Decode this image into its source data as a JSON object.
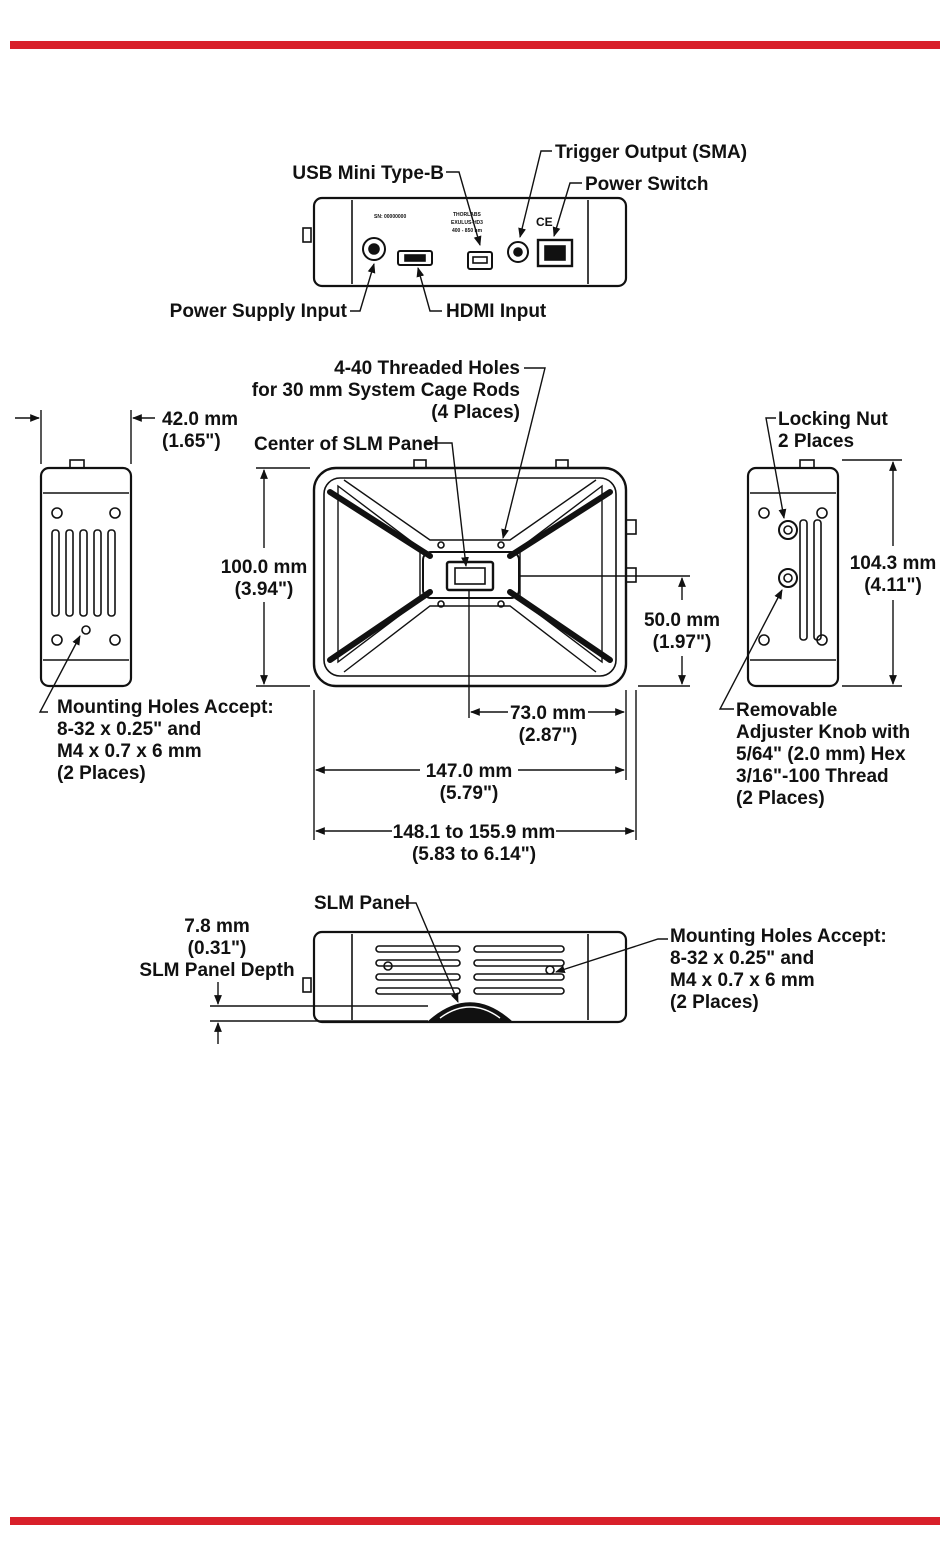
{
  "colors": {
    "accent_bar": "#d8202a",
    "line": "#111111"
  },
  "rear_view": {
    "usb": "USB Mini Type-B",
    "trigger": "Trigger Output (SMA)",
    "power_switch": "Power Switch",
    "power_supply": "Power Supply Input",
    "hdmi": "HDMI Input"
  },
  "front_view": {
    "threaded_holes": [
      "4-40 Threaded Holes",
      "for 30 mm System Cage Rods",
      "(4 Places)"
    ],
    "center_slm": "Center of SLM Panel",
    "height_mm": "100.0 mm",
    "height_in": "(3.94\")",
    "offset_y_mm": "50.0 mm",
    "offset_y_in": "(1.97\")",
    "offset_x_mm": "73.0 mm",
    "offset_x_in": "(2.87\")",
    "width_mm": "147.0 mm",
    "width_in": "(5.79\")",
    "overall_mm": "148.1 to 155.9 mm",
    "overall_in": "(5.83 to 6.14\")"
  },
  "left_view": {
    "depth_mm": "42.0 mm",
    "depth_in": "(1.65\")",
    "mounting": [
      "Mounting Holes Accept:",
      "8-32 x 0.25\" and",
      "M4 x 0.7 x 6 mm",
      "(2 Places)"
    ]
  },
  "right_view": {
    "locking_nut": [
      "Locking Nut",
      "2 Places"
    ],
    "height_mm": "104.3 mm",
    "height_in": "(4.11\")",
    "knob": [
      "Removable",
      "Adjuster Knob with",
      "5/64\" (2.0 mm) Hex",
      "3/16\"-100 Thread",
      "(2 Places)"
    ]
  },
  "bottom_view": {
    "slm_panel": "SLM Panel",
    "depth": [
      "7.8 mm",
      "(0.31\")",
      "SLM Panel Depth"
    ],
    "mounting": [
      "Mounting Holes Accept:",
      "8-32 x 0.25\" and",
      "M4 x 0.7 x 6 mm",
      "(2 Places)"
    ]
  }
}
